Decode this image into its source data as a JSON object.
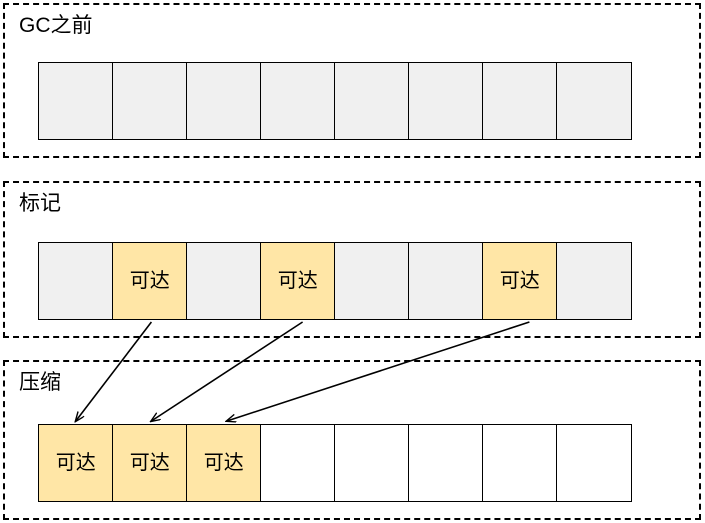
{
  "diagram": {
    "title_text_1": "GC之前",
    "title_text_2": "标记",
    "title_text_3": "压缩",
    "reachable_label": "可达",
    "colors": {
      "reachable_fill": "#ffe6a6",
      "occupied_fill": "#f0f0f0",
      "free_fill": "#ffffff",
      "stroke": "#000000"
    }
  },
  "panels": [
    {
      "id": "before-gc",
      "title": "GC之前",
      "cells": [
        {
          "label": "",
          "state": "occupied"
        },
        {
          "label": "",
          "state": "occupied"
        },
        {
          "label": "",
          "state": "occupied"
        },
        {
          "label": "",
          "state": "occupied"
        },
        {
          "label": "",
          "state": "occupied"
        },
        {
          "label": "",
          "state": "occupied"
        },
        {
          "label": "",
          "state": "occupied"
        },
        {
          "label": "",
          "state": "occupied"
        }
      ]
    },
    {
      "id": "mark",
      "title": "标记",
      "cells": [
        {
          "label": "",
          "state": "occupied"
        },
        {
          "label": "可达",
          "state": "reachable"
        },
        {
          "label": "",
          "state": "occupied"
        },
        {
          "label": "可达",
          "state": "reachable"
        },
        {
          "label": "",
          "state": "occupied"
        },
        {
          "label": "",
          "state": "occupied"
        },
        {
          "label": "可达",
          "state": "reachable"
        },
        {
          "label": "",
          "state": "occupied"
        }
      ]
    },
    {
      "id": "compact",
      "title": "压缩",
      "cells": [
        {
          "label": "可达",
          "state": "reachable"
        },
        {
          "label": "可达",
          "state": "reachable"
        },
        {
          "label": "可达",
          "state": "reachable"
        },
        {
          "label": "",
          "state": "free"
        },
        {
          "label": "",
          "state": "free"
        },
        {
          "label": "",
          "state": "free"
        },
        {
          "label": "",
          "state": "free"
        },
        {
          "label": "",
          "state": "free"
        }
      ]
    }
  ],
  "arrows": [
    {
      "from_cell_index": 1,
      "to_cell_index": 0
    },
    {
      "from_cell_index": 3,
      "to_cell_index": 1
    },
    {
      "from_cell_index": 6,
      "to_cell_index": 2
    }
  ]
}
